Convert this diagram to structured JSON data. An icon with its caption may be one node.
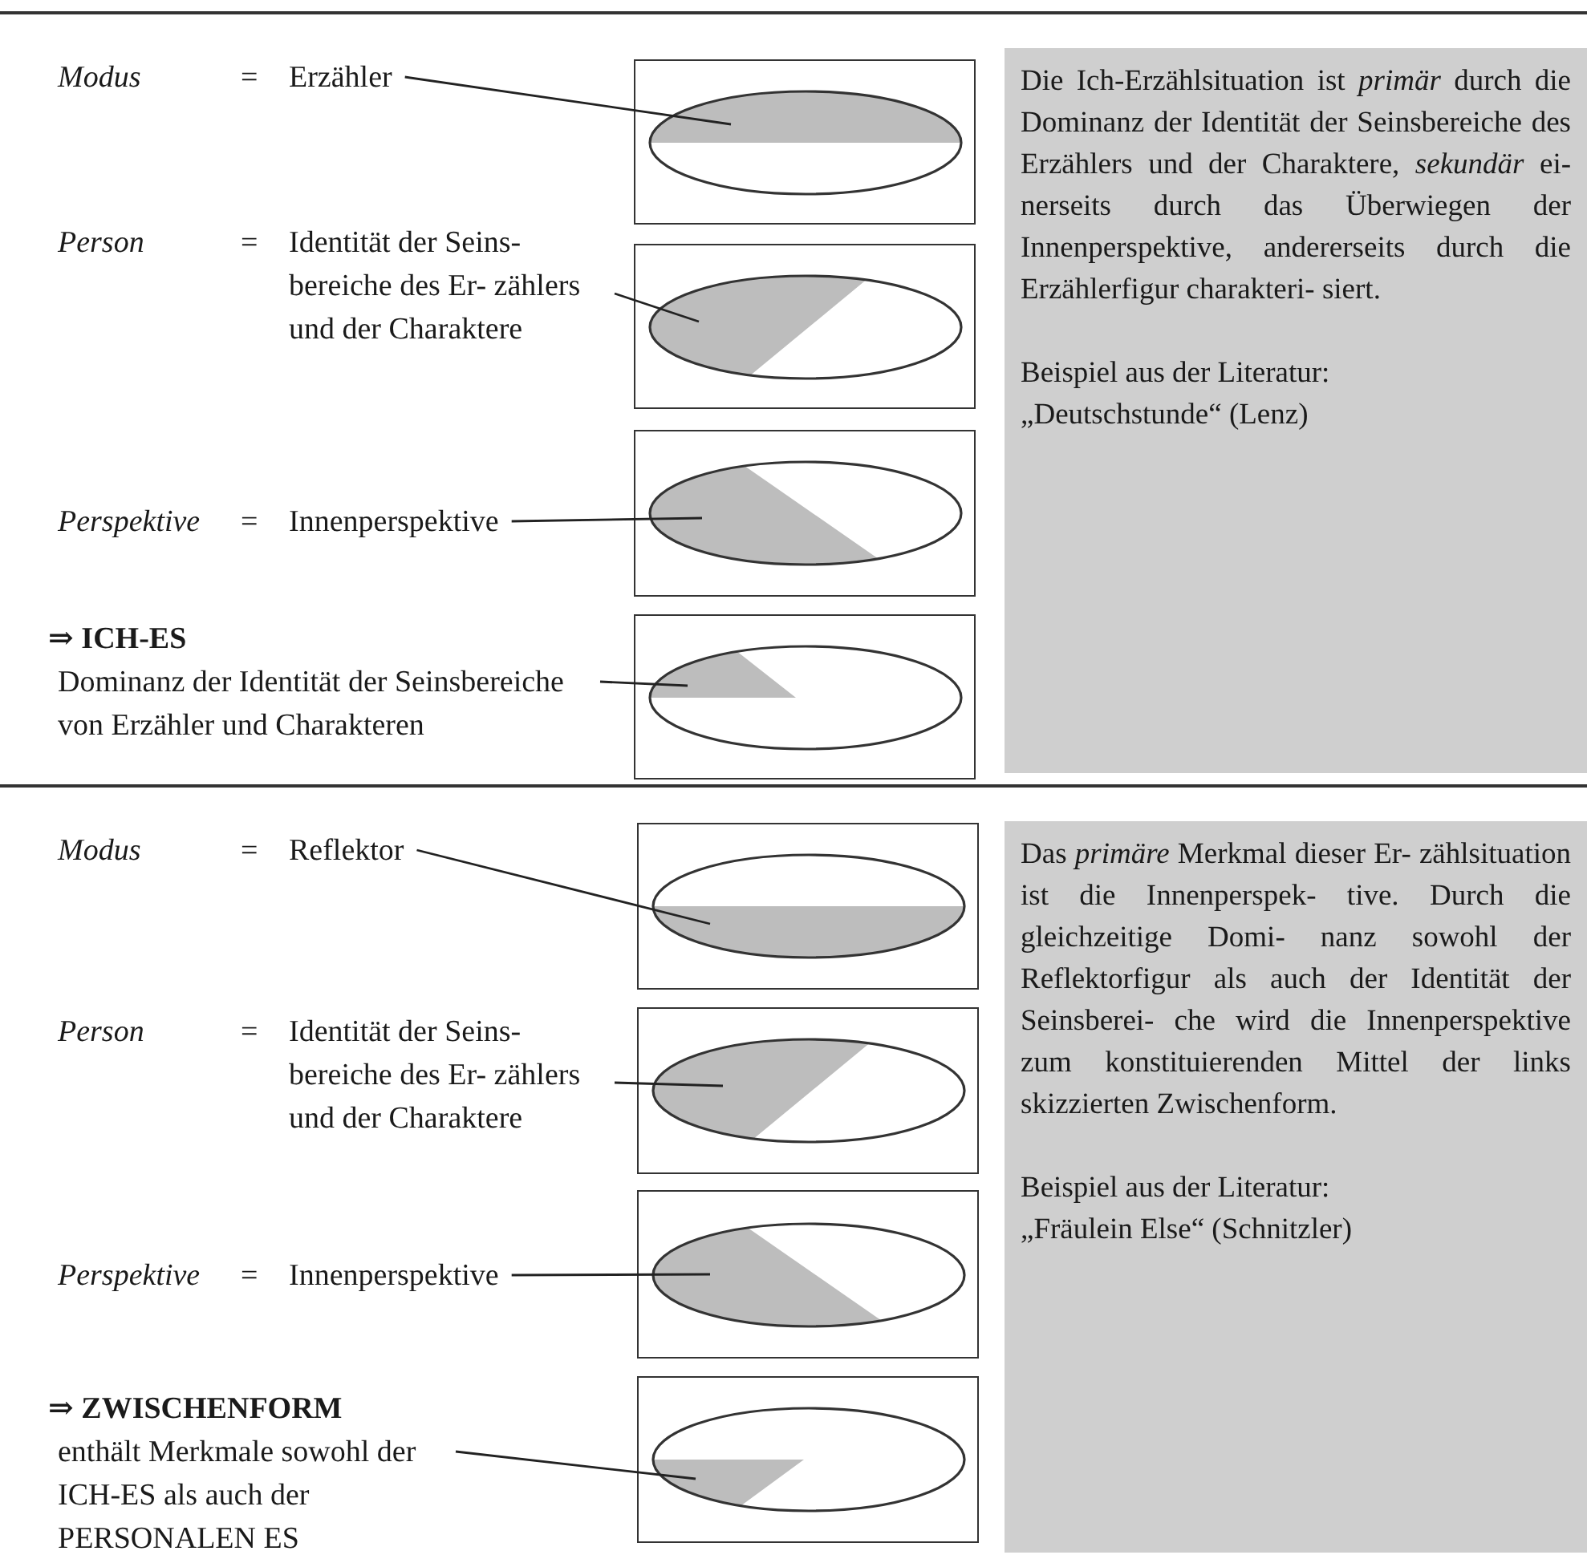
{
  "diagram": {
    "nodes": [
      {
        "text": [
          "Erzähler"
        ]
      },
      {
        "text": [],
        "shape": "ellipse"
      },
      {
        "text": [
          "Identität der Seins- bereiche des Er- zählers und der Charaktere"
        ]
      },
      {
        "text": [],
        "shape": "ellipse"
      },
      {
        "text": [
          "Innenperspektive"
        ]
      },
      {
        "text": [],
        "shape": "ellipse"
      },
      {
        "text": [
          "⇒ ICH-ES",
          "Dominanz der Identität der Seinsbereiche von Erzähler und Charakteren"
        ]
      },
      {
        "text": [],
        "shape": "ellipse"
      },
      {
        "text": [
          "Die Ich-Erzählsituation ist *primär* durch die Dominanz der Identität der Seinsbereiche des Erzählers und der Charaktere, *sekundär* ei- nerseits durch das Überwiegen der Innenperspektive, andererseits durch die Erzählerfigur charakteri- siert.",
          "Beispiel aus der Literatur: „Deutschstunde“ (Lenz)"
        ]
      },
      {
        "text": [
          "Reflektor"
        ]
      },
      {
        "text": [],
        "shape": "ellipse"
      },
      {
        "text": [
          "Identität der Seins- bereiche des Er- zählers und der Charaktere"
        ]
      },
      {
        "text": [],
        "shape": "ellipse"
      },
      {
        "text": [
          "Innenperspektive"
        ]
      },
      {
        "text": [],
        "shape": "ellipse"
      },
      {
        "text": [
          "⇒ ZWISCHENFORM",
          "enthält Merkmale sowohl der ICH-ES als auch der PERSONALEN ES"
        ]
      },
      {
        "text": [],
        "shape": "ellipse"
      },
      {
        "text": [
          "Das *primäre* Merkmal dieser Er- zählsituation ist die Innenperspek- tive. Durch die gleichzeitige Domi- nanz sowohl der Reflektorfigur als auch der Identität der Seinsberei- che wird die Innenperspektive zum konstituierenden Mittel der links skizzierten Zwischenform.",
          "Beispiel aus der Literatur: „Fräulein Else“ (Schnitzler)"
        ]
      }
    ],
    "edges": [
      {
        "from": 0,
        "to": 1,
        "arrow": "none"
      },
      {
        "from": 2,
        "to": 3,
        "arrow": "none"
      },
      {
        "from": 4,
        "to": 5,
        "arrow": "none"
      },
      {
        "from": 6,
        "to": 7,
        "arrow": "none"
      },
      {
        "from": 9,
        "to": 10,
        "arrow": "none"
      },
      {
        "from": 11,
        "to": 12,
        "arrow": "none"
      },
      {
        "from": 13,
        "to": 14,
        "arrow": "none"
      },
      {
        "from": 15,
        "to": 16,
        "arrow": "none"
      }
    ],
    "labels": [
      "Modus",
      "=",
      "Person",
      "=",
      "Perspektive",
      "=",
      "Modus",
      "=",
      "Person",
      "=",
      "Perspektive",
      "="
    ]
  }
}
